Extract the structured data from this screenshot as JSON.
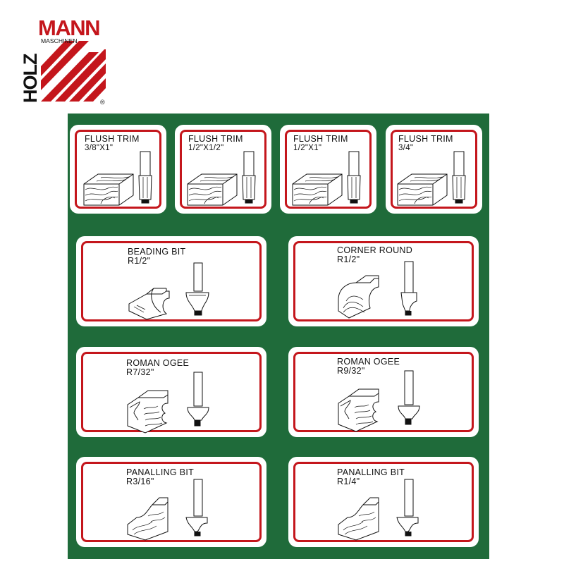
{
  "brand": {
    "logo_word_top": "MANN",
    "logo_word_sub": "MASCHINEN",
    "logo_word_side": "HOLZ",
    "logo_mark": "®",
    "colors": {
      "red": "#c4161c",
      "black": "#111111"
    }
  },
  "board": {
    "background": "#1f6b3a",
    "frame_color": "#c4161c"
  },
  "bits": [
    {
      "name": "FLUSH TRIM",
      "size": "3/8\"X1\"",
      "icon": "flush-trim-icon"
    },
    {
      "name": "FLUSH TRIM",
      "size": "1/2\"X1/2\"",
      "icon": "flush-trim-icon"
    },
    {
      "name": "FLUSH TRIM",
      "size": "1/2\"X1\"",
      "icon": "flush-trim-icon"
    },
    {
      "name": "FLUSH TRIM",
      "size": "3/4\"",
      "icon": "flush-trim-icon"
    },
    {
      "name": "BEADING BIT",
      "size": "R1/2\"",
      "icon": "beading-bit-icon"
    },
    {
      "name": "CORNER ROUND",
      "size": "R1/2\"",
      "icon": "corner-round-icon"
    },
    {
      "name": "ROMAN OGEE",
      "size": "R7/32\"",
      "icon": "roman-ogee-icon"
    },
    {
      "name": "ROMAN OGEE",
      "size": "R9/32\"",
      "icon": "roman-ogee-icon"
    },
    {
      "name": "PANALLING BIT",
      "size": "R3/16\"",
      "icon": "panelling-bit-icon"
    },
    {
      "name": "PANALLING BIT",
      "size": "R1/4\"",
      "icon": "panelling-bit-icon"
    }
  ]
}
